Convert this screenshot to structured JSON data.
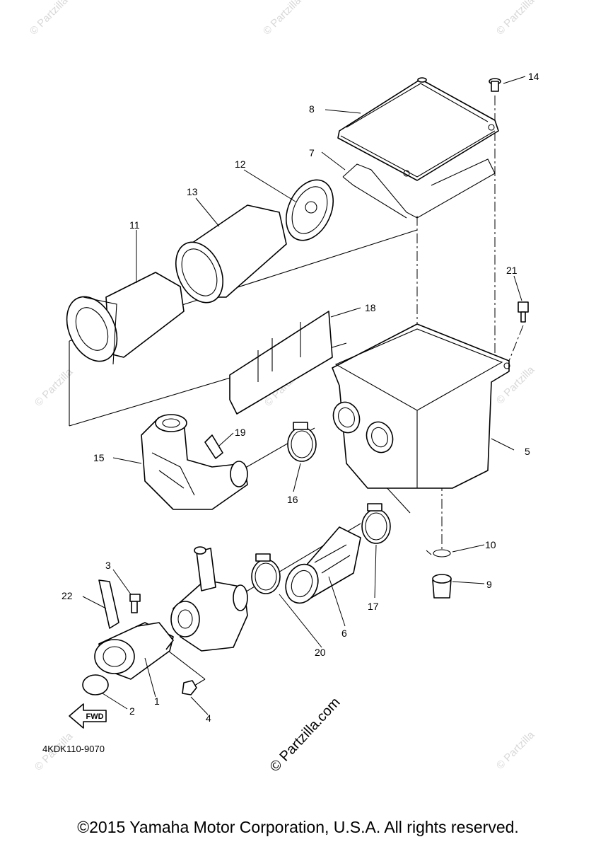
{
  "watermark": "© Partzilla",
  "watermark_center": "© Partzilla.com",
  "diagram_code": "4KDK110-9070",
  "fwd_label": "FWD",
  "copyright": "©2015 Yamaha Motor Corporation, U.S.A. All rights reserved.",
  "callouts": {
    "c1": "1",
    "c2": "2",
    "c3": "3",
    "c4": "4",
    "c5": "5",
    "c6": "6",
    "c7": "7",
    "c8": "8",
    "c9": "9",
    "c10": "10",
    "c11": "11",
    "c12": "12",
    "c13": "13",
    "c14": "14",
    "c15": "15",
    "c16": "16",
    "c17": "17",
    "c18": "18",
    "c19": "19",
    "c20": "20",
    "c21": "21",
    "c22": "22"
  }
}
